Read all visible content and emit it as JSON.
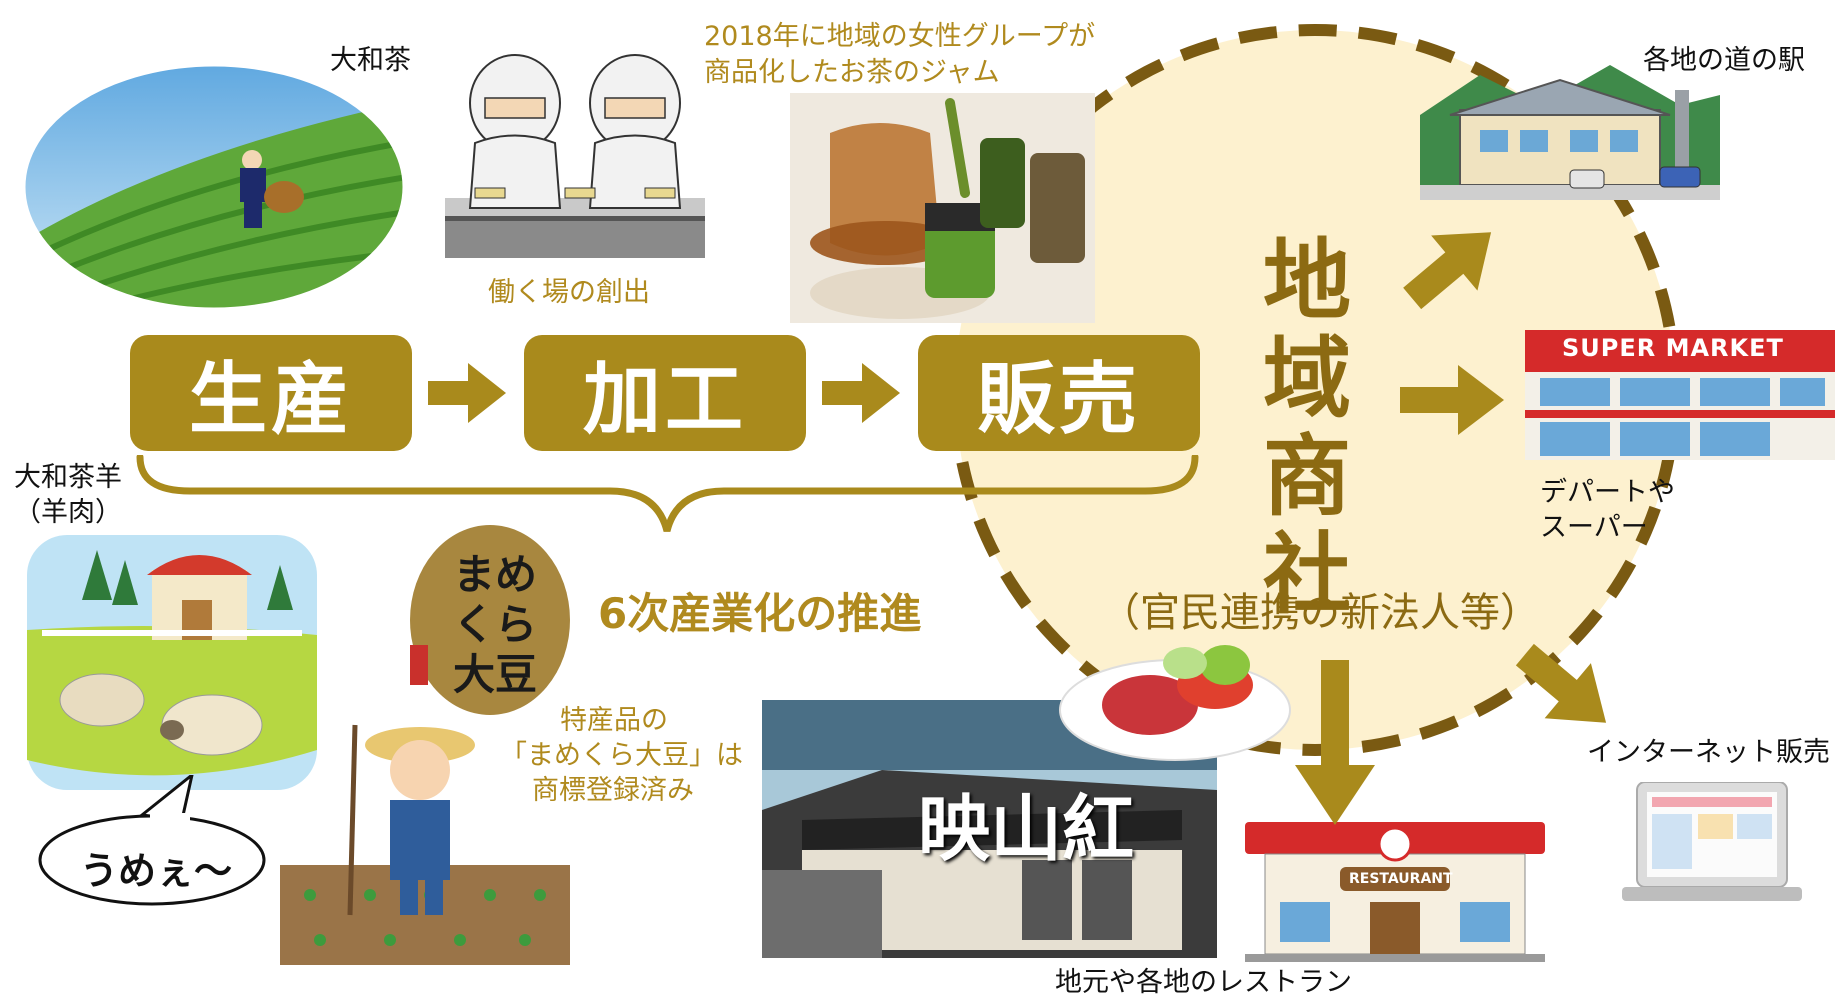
{
  "labels": {
    "yamato_tea": "大和茶",
    "jam_caption_line1": "2018年に地域の女性グループが",
    "jam_caption_line2": "商品化したお茶のジャム",
    "workplace": "働く場の創出",
    "michi_no_eki": "各地の道の駅",
    "department_line1": "デパートや",
    "department_line2": "スーパー",
    "internet_sales": "インターネット販売",
    "restaurant_caption": "地元や各地のレストラン",
    "lamb_line1": "大和茶羊",
    "lamb_line2": "（羊肉）",
    "specialty_line1": "特産品の",
    "specialty_line2": "「まめくら大豆」は",
    "specialty_line3": "商標登録済み",
    "speech_bubble": "うめぇ～",
    "sixth_industry": "6次産業化の推進",
    "trading_company": "地域商社",
    "trading_company_sub": "（官民連携の新法人等）"
  },
  "stages": [
    "生産",
    "加工",
    "販売"
  ],
  "signs": {
    "supermarket": "SUPER MARKET",
    "restaurant": "RESTAURANT",
    "mamekura_logo": "まめくら大豆",
    "shop_sign": "映山紅"
  },
  "colors": {
    "gold": "#a98a1c",
    "gold_text": "#b08a1e",
    "circle_fill": "#fdf1cf",
    "circle_dash": "#7a5a12"
  }
}
